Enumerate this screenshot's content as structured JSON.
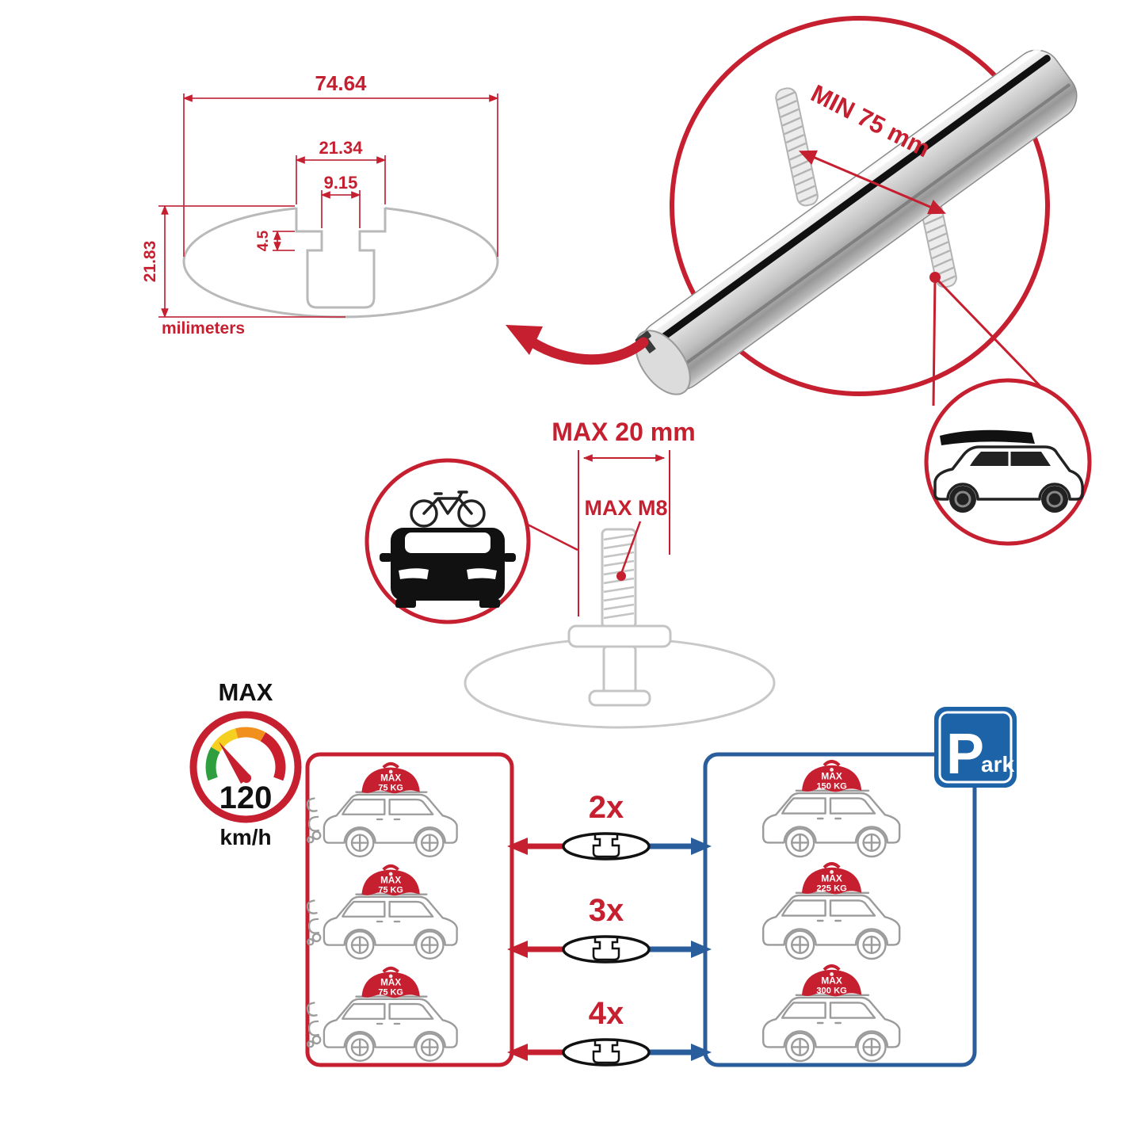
{
  "colors": {
    "red": "#c51f30",
    "blue": "#2a5d9c",
    "gray": "#c3c3c3",
    "black": "#111111"
  },
  "dimension_diagram": {
    "total_width": "74.64",
    "channel_outer_width": "21.34",
    "channel_inner_width": "9.15",
    "lip_depth": "4.5",
    "total_height": "21.83",
    "units": "milimeters"
  },
  "crossbar_detail": {
    "min_span": "MIN 75 mm"
  },
  "bolt_detail": {
    "max_length": "MAX 20 mm",
    "max_thread": "MAX M8"
  },
  "speed_limit": {
    "label": "MAX",
    "value": "120",
    "unit": "km/h"
  },
  "parking_sign": {
    "letter": "P",
    "rest": "ark"
  },
  "load_chart": {
    "left": [
      {
        "label": "MAX",
        "weight": "75 KG"
      },
      {
        "label": "MAX",
        "weight": "75 KG"
      },
      {
        "label": "MAX",
        "weight": "75 KG"
      }
    ],
    "multipliers": [
      "2x",
      "3x",
      "4x"
    ],
    "right": [
      {
        "label": "MAX",
        "weight": "150 KG"
      },
      {
        "label": "MAX",
        "weight": "225 KG"
      },
      {
        "label": "MAX",
        "weight": "300 KG"
      }
    ]
  }
}
